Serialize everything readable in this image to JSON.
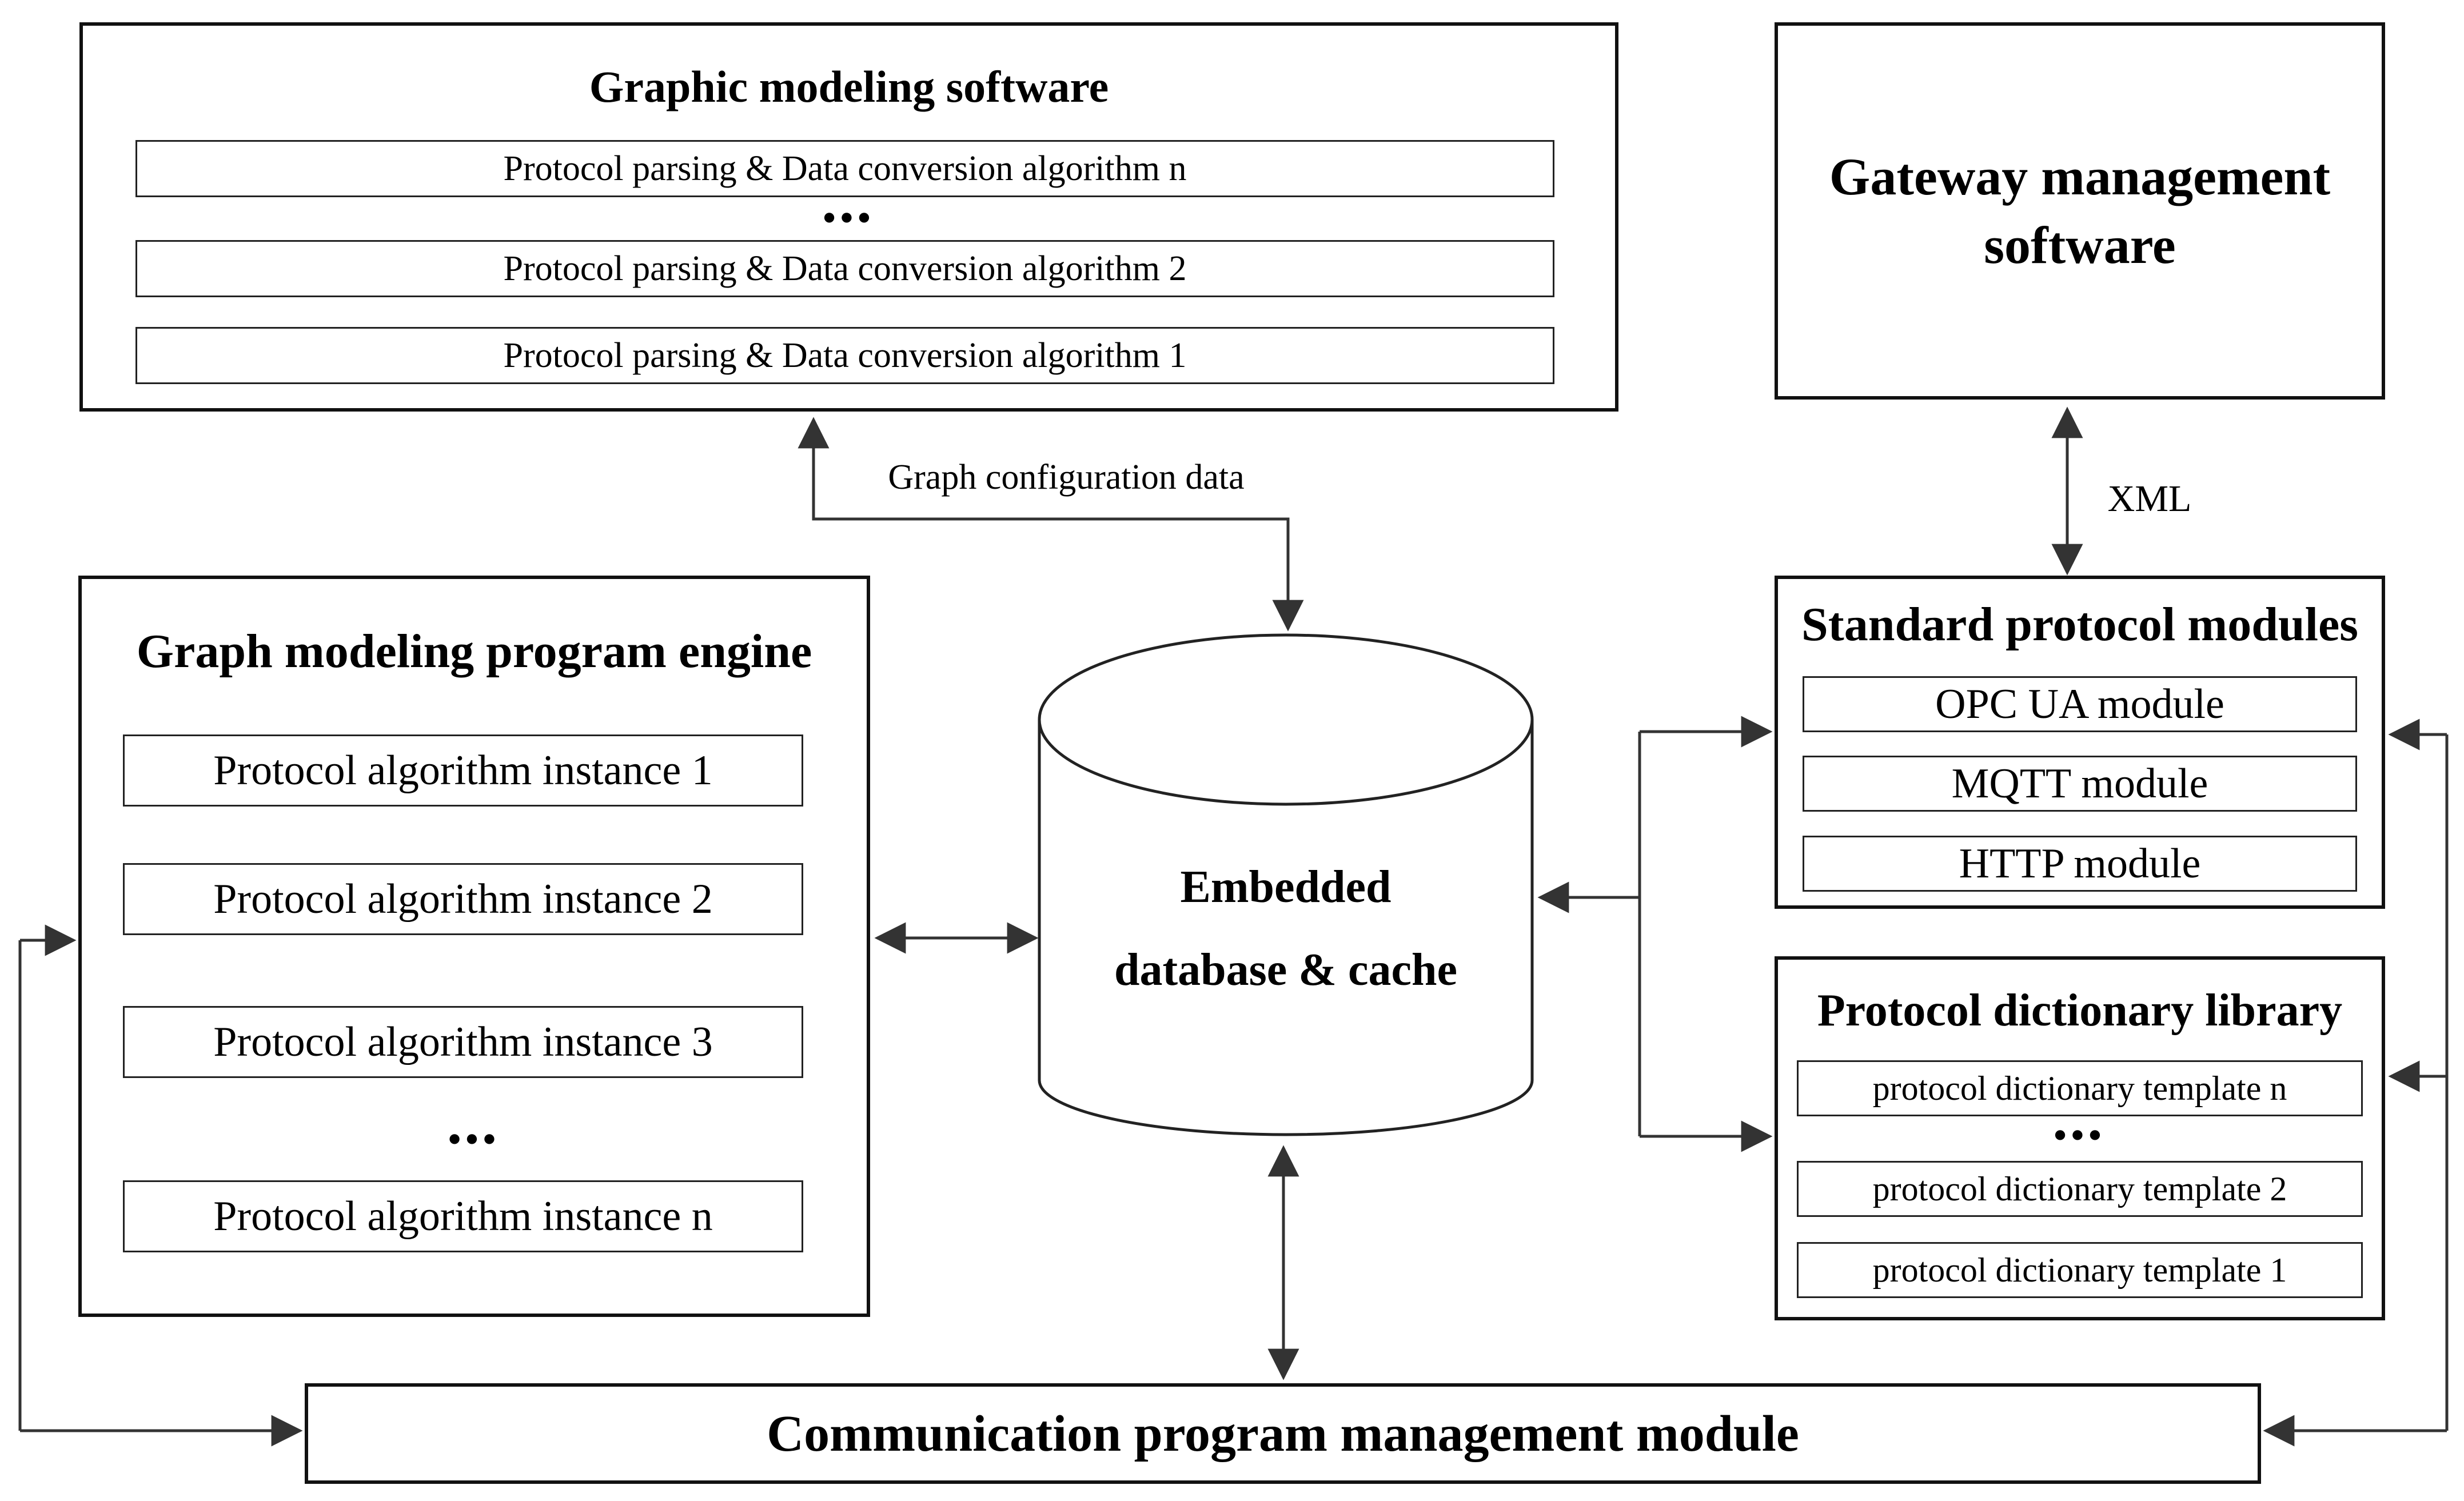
{
  "diagram": {
    "graphic_modeling": {
      "title": "Graphic modeling software",
      "ellipsis": "•••",
      "rows": [
        "Protocol parsing & Data conversion algorithm n",
        "Protocol parsing & Data conversion algorithm 2",
        "Protocol parsing & Data conversion algorithm 1"
      ]
    },
    "gateway": {
      "title_lines": [
        "Gateway management",
        "software"
      ]
    },
    "engine": {
      "title": "Graph modeling program engine",
      "ellipsis": "•••",
      "rows": [
        "Protocol algorithm instance 1",
        "Protocol algorithm instance 2",
        "Protocol algorithm instance 3",
        "Protocol algorithm instance n"
      ]
    },
    "database": {
      "title_lines": [
        "Embedded",
        "database & cache"
      ]
    },
    "standard_modules": {
      "title": "Standard protocol modules",
      "rows": [
        "OPC UA module",
        "MQTT module",
        "HTTP module"
      ]
    },
    "dictionary": {
      "title": "Protocol dictionary library",
      "ellipsis": "•••",
      "rows": [
        "protocol dictionary template n",
        "protocol dictionary template 2",
        "protocol dictionary template 1"
      ]
    },
    "comm_module": {
      "title": "Communication program management module"
    },
    "labels": {
      "graph_config": "Graph configuration data",
      "xml": "XML"
    },
    "colors": {
      "background": "#ffffff",
      "line": "#333333",
      "border": "#111111",
      "text": "#000000"
    }
  }
}
